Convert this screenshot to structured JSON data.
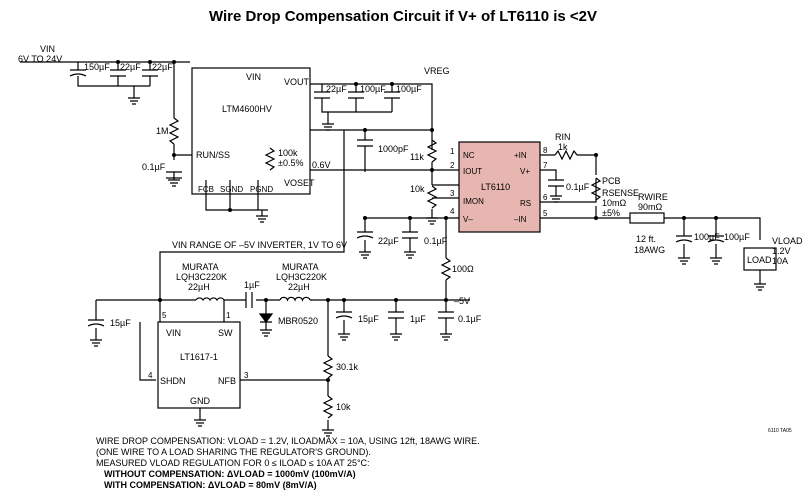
{
  "title": "Wire Drop Compensation Circuit if V+ of LT6110 is <2V",
  "input": {
    "name": "VIN",
    "range": "6V TO 24V"
  },
  "input_caps": [
    "150µF",
    "22µF",
    "22µF"
  ],
  "regulator": {
    "name": "LTM4600HV",
    "vin": "VIN",
    "vout": "VOUT",
    "run": "RUN/SS",
    "voset": "VOSET",
    "fcb": "FCB",
    "sgnd": "SGND",
    "pgnd": "PGND"
  },
  "run_parts": {
    "res": "1M",
    "cap": "0.1µF"
  },
  "out_caps": [
    "22µF",
    "100µF",
    "100µF"
  ],
  "vreg": "VREG",
  "voset_res": [
    "100k",
    "±0.5%"
  ],
  "voset_v": "0.6V",
  "cap_1000": "1000pF",
  "res_11k": "11k",
  "res_10k": "10k",
  "amp": {
    "name": "LT6110",
    "pins": [
      "NC",
      "IOUT",
      "IMON",
      "V–",
      "+IN",
      "V+",
      "RS",
      "–IN"
    ],
    "nums": [
      "1",
      "2",
      "3",
      "4",
      "8",
      "7",
      "6",
      "5"
    ]
  },
  "rin": [
    "RIN",
    "1k"
  ],
  "cap_vplus": "0.1µF",
  "rsense": [
    "PCB",
    "RSENSE",
    "10mΩ",
    "±5%"
  ],
  "rwire": [
    "RWIRE",
    "90mΩ",
    "12 ft.",
    "18AWG"
  ],
  "load_caps": [
    "100µF",
    "100µF"
  ],
  "load": {
    "name": "LOAD",
    "lbl": "VLOAD",
    "v": "1.2V",
    "i": "10A"
  },
  "vminus_caps": [
    "22µF",
    "0.1µF"
  ],
  "res_100": "100Ω",
  "inverter_label": "VIN RANGE OF –5V INVERTER, 1V TO 6V",
  "l1": [
    "MURATA",
    "LQH3C220K",
    "22µH"
  ],
  "l2": [
    "MURATA",
    "LQH3C220K",
    "22µH"
  ],
  "coupling_cap": "1µF",
  "diode": "MBR0520",
  "neg5": "–5V",
  "neg5_caps": [
    "15µF",
    "1µF",
    "0.1µF"
  ],
  "inv_in_cap": "15µF",
  "lt1617": {
    "name": "LT1617-1",
    "vin": "VIN",
    "sw": "SW",
    "shdn": "SHDN",
    "nfb": "NFB",
    "gnd": "GND",
    "p5": "5",
    "p1": "1",
    "p4": "4",
    "p3": "3"
  },
  "fb_res": [
    "30.1k",
    "10k"
  ],
  "notes": [
    "WIRE DROP COMPENSATION: VLOAD = 1.2V, ILOADMAX = 10A, USING 12ft, 18AWG WIRE.",
    "(ONE WIRE TO A LOAD SHARING THE REGULATOR'S GROUND).",
    "MEASURED VLOAD REGULATION FOR 0 ≤ ILOAD ≤ 10A AT 25°C:",
    "WITHOUT COMPENSATION: ΔVLOAD = 1000mV (100mV/A)",
    "WITH COMPENSATION: ΔVLOAD = 80mV (8mV/A)"
  ],
  "ref": "6110 TA05"
}
